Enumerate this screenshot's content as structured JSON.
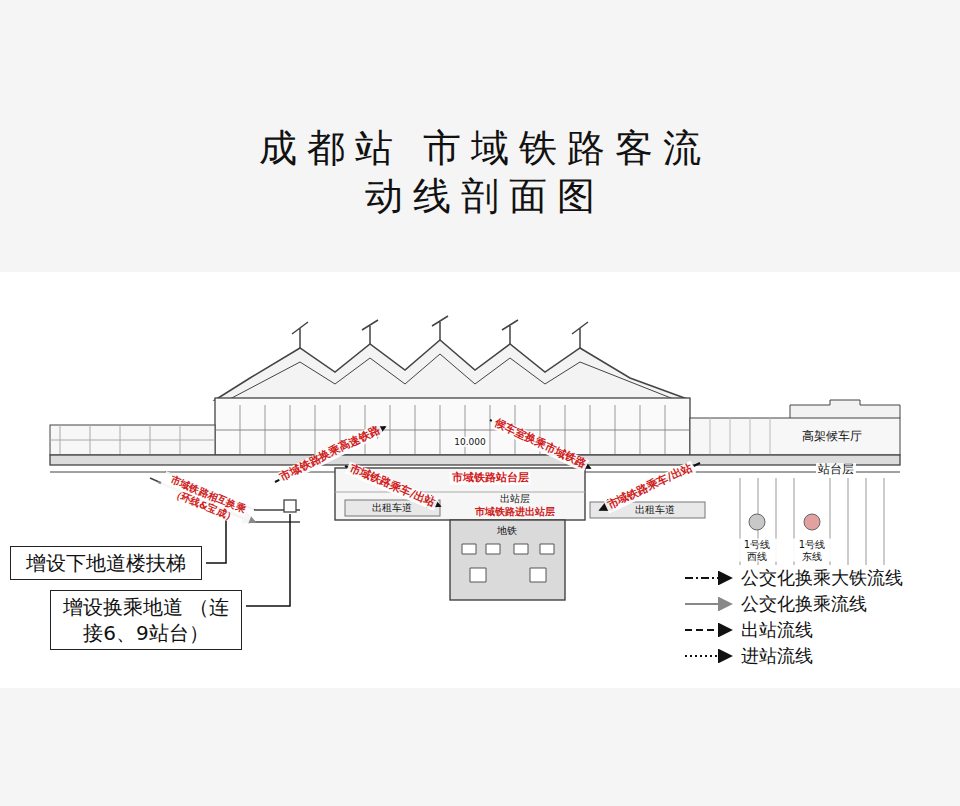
{
  "diagram": {
    "title": "成都站 市域铁路客流动线剖面图",
    "nodes": [
      {
        "text": [
          "增设下地道楼扶梯"
        ]
      },
      {
        "text": [
          "增设换乘地道 （连接6、9站台）"
        ]
      }
    ],
    "labels": [
      "市域铁路换乘高速铁路",
      "候车室换乘市域铁路",
      "市域铁路乘车/出站",
      "市域铁路站台层",
      "市域铁路乘车/出站",
      "市域铁路相互换乘（环线&宝成）",
      "出租车道",
      "出站层",
      "市域铁路进出站层",
      "出租车道",
      "地铁",
      "高架候车厅",
      "站台层",
      "1号线 西线",
      "1号线 东线",
      "10.000"
    ],
    "legend": [
      {
        "text": "公交化换乘大铁流线"
      },
      {
        "text": "公交化换乘流线"
      },
      {
        "text": "出站流线"
      },
      {
        "text": "进站流线"
      }
    ]
  }
}
